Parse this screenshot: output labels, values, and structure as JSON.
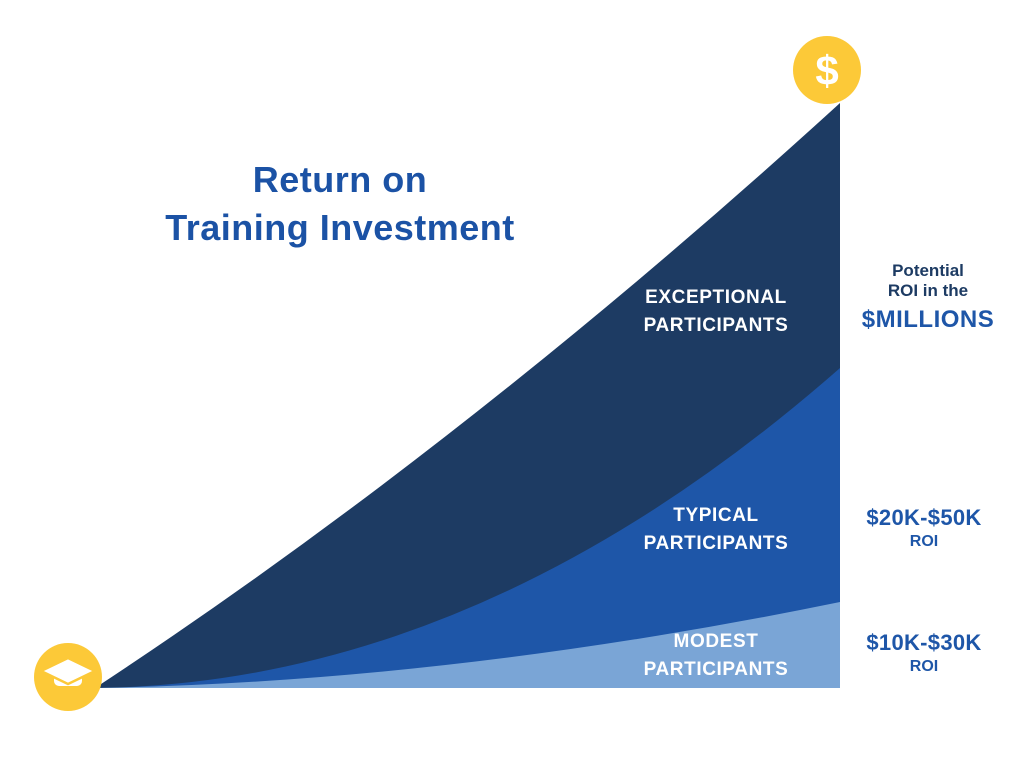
{
  "title": {
    "line1": "Return on",
    "line2": "Training Investment"
  },
  "colors": {
    "exceptional": "#1d3b63",
    "typical": "#1e56a8",
    "modest": "#7aa5d6",
    "accent_yellow": "#fcc938",
    "title_text": "#1b52a5",
    "navy_text": "#1d3b63",
    "blue_text": "#1e56a8",
    "white": "#ffffff"
  },
  "icons": {
    "dollar_symbol": "$",
    "top_icon": "dollar-coin",
    "bottom_icon": "graduation-cap"
  },
  "areas": {
    "exceptional_label": "EXCEPTIONAL PARTICIPANTS",
    "typical_label": "TYPICAL PARTICIPANTS",
    "modest_label": "MODEST PARTICIPANTS"
  },
  "roi_labels": {
    "exceptional": {
      "line1": "Potential",
      "line2": "ROI in the",
      "value": "$MILLIONS"
    },
    "typical": {
      "value": "$20K-$50K",
      "unit": "ROI"
    },
    "modest": {
      "value": "$10K-$30K",
      "unit": "ROI"
    }
  },
  "chart_data": {
    "type": "area",
    "title": "Return on Training Investment",
    "series": [
      {
        "name": "Exceptional Participants",
        "label": "EXCEPTIONAL PARTICIPANTS",
        "roi": "Potential ROI in the $MILLIONS",
        "color": "#1d3b63",
        "relative_height_at_right_edge": 1.0
      },
      {
        "name": "Typical Participants",
        "label": "TYPICAL PARTICIPANTS",
        "roi": "$20K-$50K ROI",
        "color": "#1e56a8",
        "relative_height_at_right_edge": 0.55
      },
      {
        "name": "Modest Participants",
        "label": "MODEST PARTICIPANTS",
        "roi": "$10K-$30K ROI",
        "color": "#7aa5d6",
        "relative_height_at_right_edge": 0.15
      }
    ],
    "x": "implicit (no axis shown)",
    "ylabel": "ROI",
    "legend_position": "none",
    "grid": false,
    "annotations": [
      "Yellow dollar-coin icon at apex of curve (top right)",
      "Yellow graduation-cap icon at origin of curve (bottom left)"
    ]
  }
}
